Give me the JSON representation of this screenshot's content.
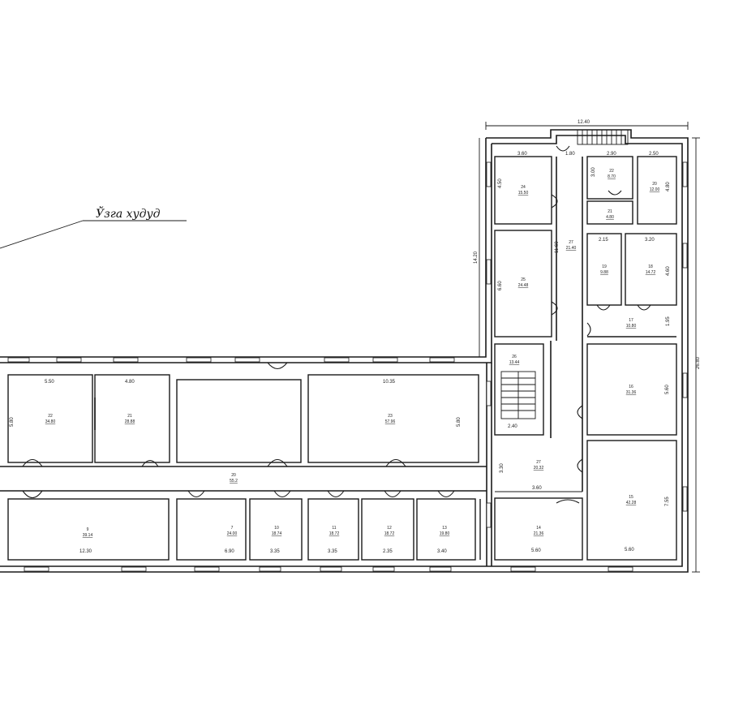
{
  "annotation": {
    "text": "Ўзга худуд"
  },
  "dimensions": {
    "top_width": "12.40",
    "right_height": "26.80",
    "wing_height": "14.20",
    "d_3_60": "3.60",
    "d_1_80": "1.80",
    "d_2_90": "2.90",
    "d_2_50": "2.50",
    "d_4_50": "4.50",
    "d_3_00": "3.00",
    "d_4_80_r": "4.80",
    "d_2_15": "2.15",
    "d_3_20": "3.20",
    "d_4_60": "4.60",
    "d_1_95": "1.95",
    "d_6_60": "6.60",
    "d_11_60": "11.60",
    "d_5_60_r": "5.60",
    "d_7_55": "7.55",
    "d_3_60_b": "3.60",
    "d_5_60_b1": "5.60",
    "d_5_60_b2": "5.60",
    "d_2_40": "2.40",
    "d_3_30": "3.30",
    "d_5_50": "5.50",
    "d_4_80": "4.80",
    "d_10_35": "10.35",
    "d_5_80_l": "5.80",
    "d_5_80_r": "5.80",
    "d_12_30": "12.30",
    "d_6_90": "6.90",
    "d_3_35_a": "3.35",
    "d_3_35_b": "3.35",
    "d_2_35": "2.35",
    "d_3_40": "3.40"
  },
  "rooms": [
    {
      "no": "24",
      "area": "15.50"
    },
    {
      "no": "22",
      "area": "8.70"
    },
    {
      "no": "20",
      "area": "12.00"
    },
    {
      "no": "21",
      "area": "4.80"
    },
    {
      "no": "25",
      "area": "24.48"
    },
    {
      "no": "27",
      "area": "21.40"
    },
    {
      "no": "19",
      "area": "9.88"
    },
    {
      "no": "18",
      "area": "14.72"
    },
    {
      "no": "17",
      "area": "10.80"
    },
    {
      "no": "26",
      "area": "13.44"
    },
    {
      "no": "16",
      "area": "31.36"
    },
    {
      "no": "15",
      "area": "42.28"
    },
    {
      "no": "27",
      "area": "20.32"
    },
    {
      "no": "14",
      "area": "21.36"
    },
    {
      "no": "22",
      "area": "34.80"
    },
    {
      "no": "21",
      "area": "28.88"
    },
    {
      "no": "23",
      "area": "57.96"
    },
    {
      "no": "20",
      "area": "55.2"
    },
    {
      "no": "9",
      "area": "39.14"
    },
    {
      "no": "7",
      "area": "24.00"
    },
    {
      "no": "10",
      "area": "18.74"
    },
    {
      "no": "11",
      "area": "18.72"
    },
    {
      "no": "12",
      "area": "18.72"
    },
    {
      "no": "13",
      "area": "19.80"
    }
  ]
}
